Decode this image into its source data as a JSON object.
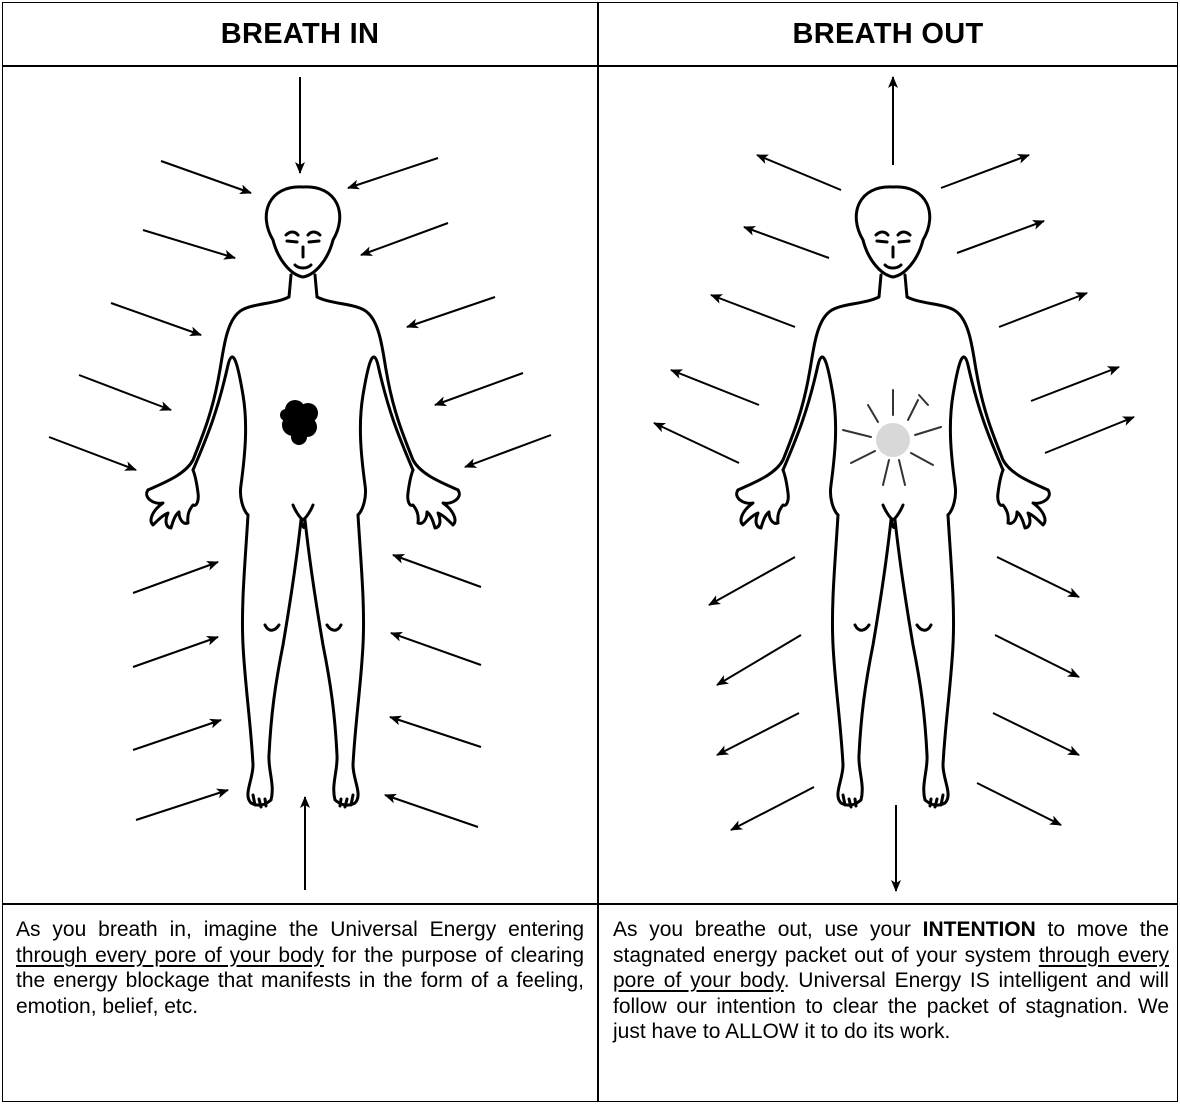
{
  "columns": [
    {
      "header": "BREATH IN",
      "caption": {
        "part1": "As you breath in, imagine the Universal Energy entering ",
        "underlined": "through every pore of your body",
        "part2": " for the purpose of clearing the energy blockage that manifests in the form of a feeling, emotion, belief, etc."
      }
    },
    {
      "header": "BREATH OUT",
      "caption": {
        "part1": "As you breathe out, use your ",
        "bold": "INTENTION",
        "part2": " to move the stagnated energy packet out of your system ",
        "underlined": "through every pore of your body",
        "part3": ". Universal Energy IS intelligent and will follow our intention to clear the packet of stagnation. We just have to ALLOW it to do its work."
      }
    }
  ],
  "colors": {
    "line": "#000000",
    "blockage": "#000000",
    "released_energy": "#d8d8d8"
  }
}
